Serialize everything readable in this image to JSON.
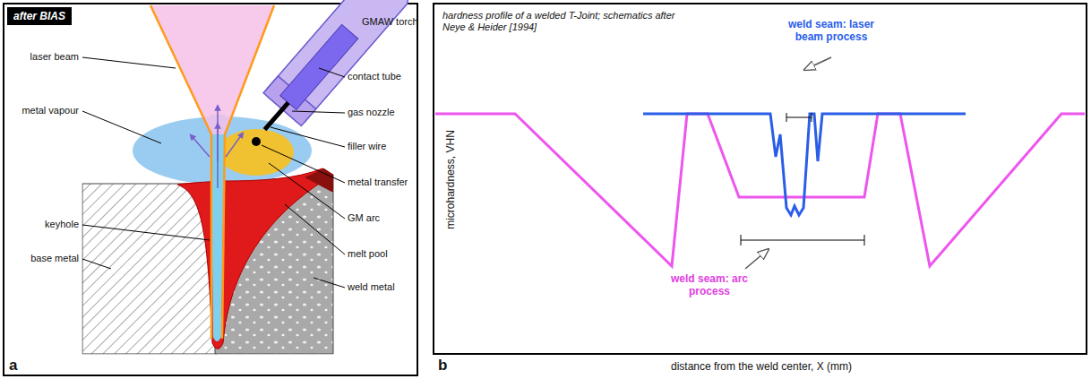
{
  "diagram": {
    "nodes": [
      {
        "text": [
          "after BIAS"
        ]
      }
    ],
    "labels": [
      "laser beam",
      "metal vapour",
      "keyhole",
      "base metal",
      "GMAW torch",
      "contact tube",
      "gas nozzle",
      "filler wire",
      "metal transfer",
      "GM arc",
      "melt pool",
      "weld metal",
      "a",
      "hardness profile of a welded T-Joint; schematics after Neye & Heider [1994]",
      "weld seam: laser beam process",
      "weld seam: arc process",
      "microhardness, VHN",
      "distance from the weld center, X (mm)",
      "b"
    ]
  }
}
